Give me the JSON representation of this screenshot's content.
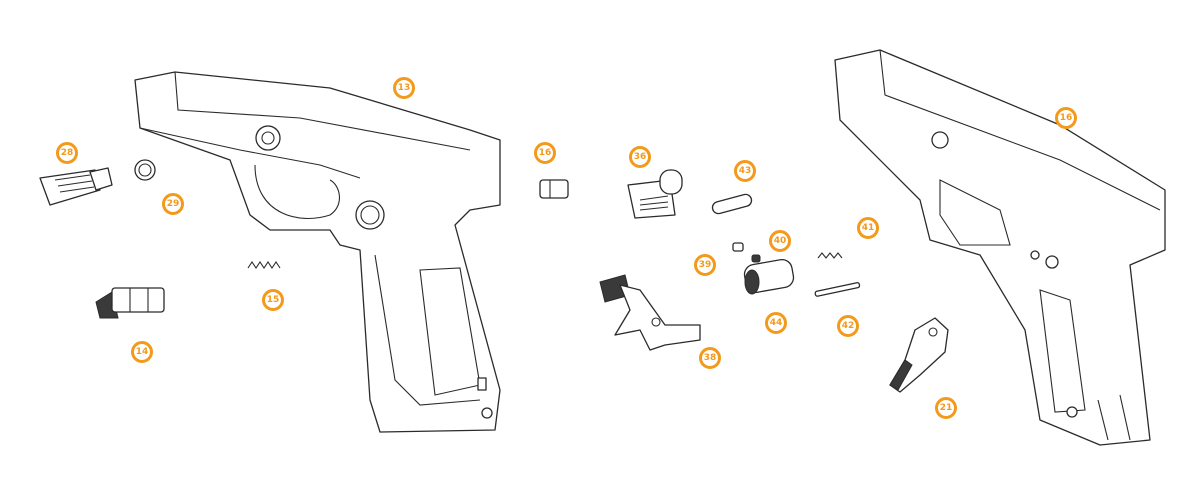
{
  "diagram": {
    "background": "#ffffff",
    "callout_color": "#f39a1b",
    "parts": [
      {
        "id": "p13",
        "label": "13"
      },
      {
        "id": "p28",
        "label": "28"
      },
      {
        "id": "p29",
        "label": "29"
      },
      {
        "id": "p16a",
        "label": "16"
      },
      {
        "id": "p15",
        "label": "15"
      },
      {
        "id": "p14",
        "label": "14"
      },
      {
        "id": "p36",
        "label": "36"
      },
      {
        "id": "p43",
        "label": "43"
      },
      {
        "id": "p40",
        "label": "40"
      },
      {
        "id": "p41",
        "label": "41"
      },
      {
        "id": "p39",
        "label": "39"
      },
      {
        "id": "p44",
        "label": "44"
      },
      {
        "id": "p42",
        "label": "42"
      },
      {
        "id": "p38",
        "label": "38"
      },
      {
        "id": "p16b",
        "label": "16"
      },
      {
        "id": "p21",
        "label": "21"
      }
    ]
  }
}
